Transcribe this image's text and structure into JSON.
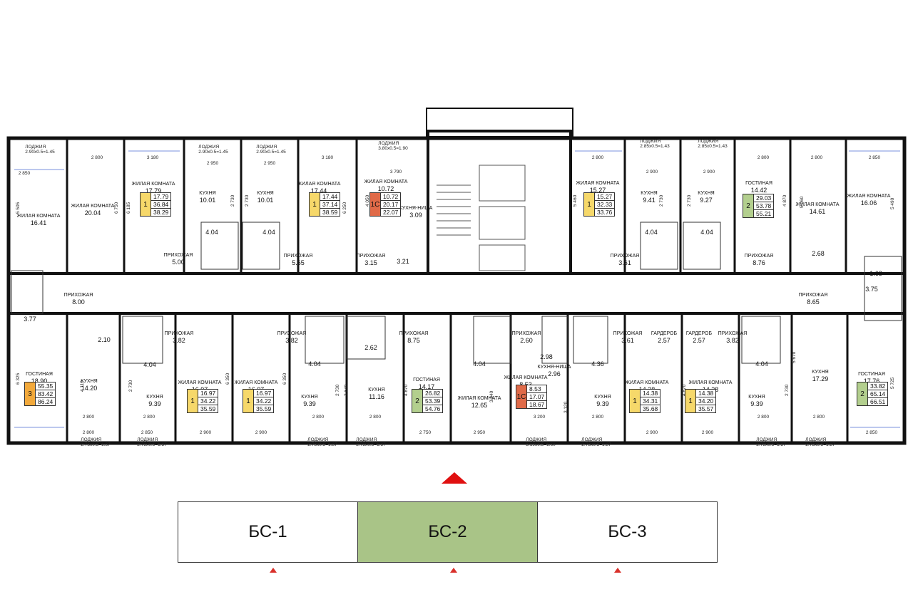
{
  "colors": {
    "c1": "#f6d86a",
    "c1s": "#e06a48",
    "c2": "#b3cf8e",
    "c3": "#f2a93b",
    "active_section": "#a9c487",
    "marker": "#d9302a",
    "wall": "#111111"
  },
  "rooms": [
    {
      "id": "r1",
      "name": "ЖИЛАЯ КОМНАТА",
      "area": "16.41"
    },
    {
      "id": "r2",
      "name": "ЖИЛАЯ КОМНАТА",
      "area": "20.04"
    },
    {
      "id": "r3",
      "name": "ЖИЛАЯ КОМНАТА",
      "area": "17.79"
    },
    {
      "id": "r4",
      "name": "КУХНЯ",
      "area": "10.01"
    },
    {
      "id": "r5",
      "name": "КУХНЯ",
      "area": "10.01"
    },
    {
      "id": "r6",
      "name": "ЖИЛАЯ КОМНАТА",
      "area": "17.44"
    },
    {
      "id": "r7",
      "name": "ЖИЛАЯ КОМНАТА",
      "area": "10.72"
    },
    {
      "id": "r8",
      "name": "КУХНЯ-НИША",
      "area": "3.09"
    },
    {
      "id": "r9",
      "name": "ЖИЛАЯ КОМНАТА",
      "area": "15.27"
    },
    {
      "id": "r10",
      "name": "КУХНЯ",
      "area": "9.41"
    },
    {
      "id": "r11",
      "name": "КУХНЯ",
      "area": "9.27"
    },
    {
      "id": "r12",
      "name": "ГОСТИНАЯ",
      "area": "14.42"
    },
    {
      "id": "r13",
      "name": "ЖИЛАЯ КОМНАТА",
      "area": "14.61"
    },
    {
      "id": "r14",
      "name": "ЖИЛАЯ КОМНАТА",
      "area": "16.06"
    },
    {
      "id": "r15",
      "name": "ПРИХОЖАЯ",
      "area": "5.00"
    },
    {
      "id": "r16",
      "name": "ПРИХОЖАЯ",
      "area": "5.65"
    },
    {
      "id": "r17",
      "name": "ПРИХОЖАЯ",
      "area": "3.15"
    },
    {
      "id": "r18",
      "name": "ПРИХОЖАЯ",
      "area": "3.61"
    },
    {
      "id": "r19",
      "name": "ПРИХОЖАЯ",
      "area": "8.76"
    },
    {
      "id": "r20",
      "name": "ПРИХОЖАЯ",
      "area": "8.00"
    },
    {
      "id": "r21",
      "name": "ПРИХОЖАЯ",
      "area": "8.65"
    },
    {
      "id": "r22",
      "name": "ГОСТИНАЯ",
      "area": "18.90"
    },
    {
      "id": "r23",
      "name": "КУХНЯ",
      "area": "14.20"
    },
    {
      "id": "r24",
      "name": "ПРИХОЖАЯ",
      "area": "3.82"
    },
    {
      "id": "r25",
      "name": "КУХНЯ",
      "area": "9.39"
    },
    {
      "id": "r26",
      "name": "ЖИЛАЯ КОМНАТА",
      "area": "16.97"
    },
    {
      "id": "r27",
      "name": "ЖИЛАЯ КОМНАТА",
      "area": "16.97"
    },
    {
      "id": "r28",
      "name": "ПРИХОЖАЯ",
      "area": "3.82"
    },
    {
      "id": "r29",
      "name": "КУХНЯ",
      "area": "9.39"
    },
    {
      "id": "r30",
      "name": "КУХНЯ",
      "area": "11.16"
    },
    {
      "id": "r31",
      "name": "ПРИХОЖАЯ",
      "area": "8.75"
    },
    {
      "id": "r32",
      "name": "ГОСТИНАЯ",
      "area": "14.17"
    },
    {
      "id": "r33",
      "name": "ЖИЛАЯ КОМНАТА",
      "area": "12.65"
    },
    {
      "id": "r34",
      "name": "ПРИХОЖАЯ",
      "area": "2.60"
    },
    {
      "id": "r35",
      "name": "ЖИЛАЯ КОМНАТА",
      "area": "8.53"
    },
    {
      "id": "r36",
      "name": "КУХНЯ-НИША",
      "area": "2.96"
    },
    {
      "id": "r37",
      "name": "КУХНЯ",
      "area": "9.39"
    },
    {
      "id": "r38",
      "name": "ПРИХОЖАЯ",
      "area": "3.61"
    },
    {
      "id": "r39",
      "name": "ГАРДЕРОБ",
      "area": "2.57"
    },
    {
      "id": "r40",
      "name": "ГАРДЕРОБ",
      "area": "2.57"
    },
    {
      "id": "r41",
      "name": "ПРИХОЖАЯ",
      "area": "3.82"
    },
    {
      "id": "r42",
      "name": "ЖИЛАЯ КОМНАТА",
      "area": "14.38"
    },
    {
      "id": "r43",
      "name": "ЖИЛАЯ КОМНАТА",
      "area": "14.38"
    },
    {
      "id": "r44",
      "name": "КУХНЯ",
      "area": "9.39"
    },
    {
      "id": "r45",
      "name": "КУХНЯ",
      "area": "17.29"
    },
    {
      "id": "r46",
      "name": "ГОСТИНАЯ",
      "area": "17.76"
    }
  ],
  "loggias": [
    {
      "id": "l1",
      "name": "ЛОДЖИЯ",
      "calc": "2.90x0.5=1.45"
    },
    {
      "id": "l2",
      "name": "ЛОДЖИЯ",
      "calc": "2.90x0.5=1.45"
    },
    {
      "id": "l3",
      "name": "ЛОДЖИЯ",
      "calc": "2.90x0.5=1.45"
    },
    {
      "id": "l4",
      "name": "ЛОДЖИЯ",
      "calc": "3.80x0.5=1.90"
    },
    {
      "id": "l5",
      "name": "ЛОДЖИЯ",
      "calc": "2.85x0.5=1.43"
    },
    {
      "id": "l6",
      "name": "ЛОДЖИЯ",
      "calc": "2.85x0.5=1.43"
    },
    {
      "id": "l7",
      "name": "ЛОДЖИЯ",
      "calc": "2.73x0.5=1.37"
    },
    {
      "id": "l8",
      "name": "ЛОДЖИЯ",
      "calc": "2.73x0.5=1.37"
    },
    {
      "id": "l9",
      "name": "ЛОДЖИЯ",
      "calc": "2.73x0.5=1.37"
    },
    {
      "id": "l10",
      "name": "ЛОДЖИЯ",
      "calc": "2.73x0.5=1.37"
    },
    {
      "id": "l11",
      "name": "ЛОДЖИЯ",
      "calc": "3.19x0.5=1.60"
    },
    {
      "id": "l12",
      "name": "ЛОДЖИЯ",
      "calc": "2.73x0.5=1.37"
    },
    {
      "id": "l13",
      "name": "ЛОДЖИЯ",
      "calc": "2.73x0.5=1.37"
    },
    {
      "id": "l14",
      "name": "ЛОДЖИЯ",
      "calc": "2.73x0.5=1.37"
    }
  ],
  "small_areas": [
    "4.04",
    "4.04",
    "4.04",
    "4.04",
    "3.21",
    "2.68",
    "1.63",
    "3.75",
    "3.77",
    "2.10",
    "4.04",
    "4.04",
    "2.62",
    "4.04",
    "2.98",
    "4.36",
    "4.04"
  ],
  "dims_h": [
    "2 800",
    "3 180",
    "2 950",
    "2 950",
    "3 180",
    "3 790",
    "2 800",
    "2 900",
    "2 900",
    "2 800",
    "2 800",
    "2 850",
    "2 850",
    "2 800",
    "2 800",
    "2 800",
    "2 850",
    "2 900",
    "2 900",
    "2 800",
    "2 800",
    "2 750",
    "2 950",
    "3 200",
    "2 800",
    "2 900",
    "2 900",
    "2 800",
    "2 800",
    "2 850"
  ],
  "dims_v": [
    "5 505",
    "6 750",
    "6 185",
    "2 730",
    "2 730",
    "6 250",
    "4 050",
    "5 460",
    "2 730",
    "2 730",
    "4 870",
    "5 060",
    "5 490",
    "6 325",
    "4 110",
    "2 730",
    "6 350",
    "6 350",
    "2 730",
    "3 640",
    "4 870",
    "3 940",
    "3 120",
    "4 870",
    "2 730",
    "5 670",
    "5 725"
  ],
  "apartments": [
    {
      "rooms": "1",
      "color": "c1",
      "vals": [
        "17.79",
        "36.84",
        "38.29"
      ]
    },
    {
      "rooms": "1",
      "color": "c1",
      "vals": [
        "17.44",
        "37.14",
        "38.59"
      ]
    },
    {
      "rooms": "1С",
      "color": "c1s",
      "vals": [
        "10.72",
        "20.17",
        "22.07"
      ]
    },
    {
      "rooms": "1",
      "color": "c1",
      "vals": [
        "15.27",
        "32.33",
        "33.76"
      ]
    },
    {
      "rooms": "2",
      "color": "c2",
      "vals": [
        "29.03",
        "53.78",
        "55.21"
      ]
    },
    {
      "rooms": "3",
      "color": "c3",
      "vals": [
        "55.35",
        "83.42",
        "86.24"
      ]
    },
    {
      "rooms": "1",
      "color": "c1",
      "vals": [
        "16.97",
        "34.22",
        "35.59"
      ]
    },
    {
      "rooms": "1",
      "color": "c1",
      "vals": [
        "16.97",
        "34.22",
        "35.59"
      ]
    },
    {
      "rooms": "2",
      "color": "c2",
      "vals": [
        "26.82",
        "53.39",
        "54.76"
      ]
    },
    {
      "rooms": "1С",
      "color": "c1s",
      "vals": [
        "8.53",
        "17.07",
        "18.67"
      ]
    },
    {
      "rooms": "1",
      "color": "c1",
      "vals": [
        "14.38",
        "34.31",
        "35.68"
      ]
    },
    {
      "rooms": "1",
      "color": "c1",
      "vals": [
        "14.38",
        "34.20",
        "35.57"
      ]
    },
    {
      "rooms": "2",
      "color": "c2",
      "vals": [
        "33.82",
        "65.14",
        "66.51"
      ]
    }
  ],
  "sections": [
    "БС-1",
    "БС-2",
    "БС-3"
  ],
  "active_section_index": 1
}
